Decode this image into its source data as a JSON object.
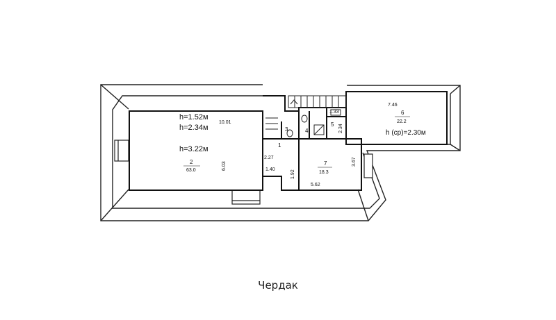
{
  "caption": "Чердак",
  "rooms": {
    "r2": {
      "number": "2",
      "area": "63.0"
    },
    "r1": {
      "number": "1"
    },
    "r3": {
      "number": "3"
    },
    "r4": {
      "number": "4"
    },
    "r5": {
      "number": "5"
    },
    "r6": {
      "number": "6",
      "area": "22.2"
    },
    "r7": {
      "number": "7",
      "area": "18.3"
    }
  },
  "dimensions": {
    "d_10_01": "10.01",
    "d_6_03": "6.03",
    "d_2_27": "2.27",
    "d_1_40": "1.40",
    "d_1_33": "1.33",
    "d_2_34": "2.34",
    "d_7_46": "7.46",
    "d_5_62": "5.62",
    "d_1_92": "1.92",
    "d_3_67": "3.67"
  },
  "heights": {
    "h1": "h=1.52м",
    "h2": "h=2.34м",
    "h3": "h=3.22м",
    "h6": "h (ср)=2.30м"
  }
}
